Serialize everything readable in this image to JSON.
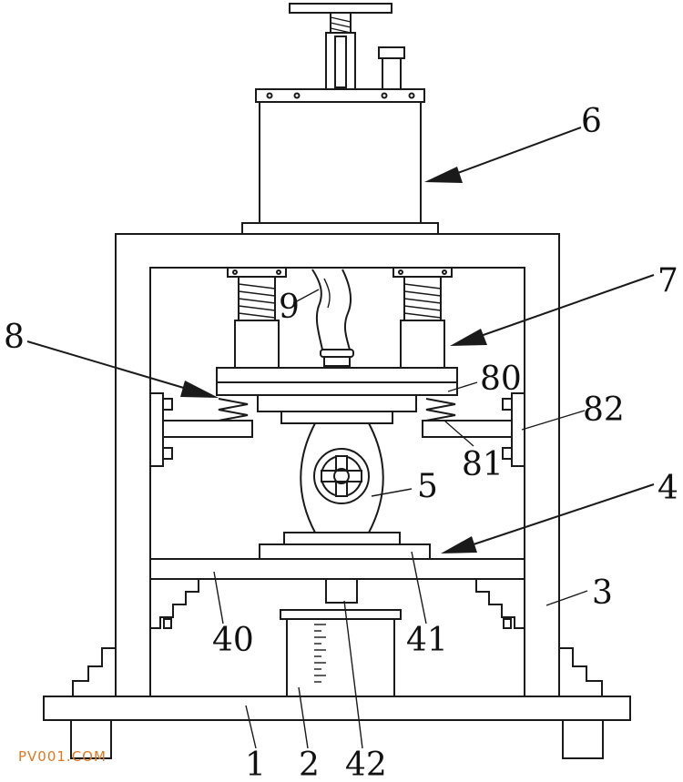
{
  "labels": {
    "l1": "1",
    "l2": "2",
    "l3": "3",
    "l4": "4",
    "l5": "5",
    "l6": "6",
    "l7": "7",
    "l8": "8",
    "l9": "9",
    "l40": "40",
    "l41": "41",
    "l42": "42",
    "l80": "80",
    "l81": "81",
    "l82": "82"
  },
  "watermark": {
    "text": "PV001.COM",
    "color": "#e07820"
  },
  "colors": {
    "line": "#1a1a1a",
    "background": "#ffffff"
  }
}
